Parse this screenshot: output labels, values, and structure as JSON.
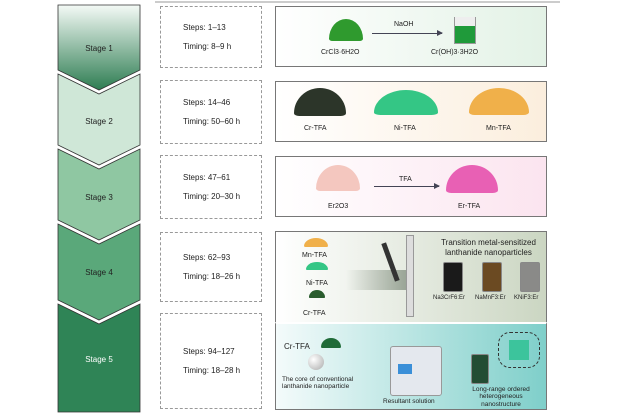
{
  "stages": [
    {
      "label": "Stage 1",
      "steps": "Steps: 1–13",
      "timing": "Timing: 8–9 h"
    },
    {
      "label": "Stage 2",
      "steps": "Steps: 14–46",
      "timing": "Timing: 50–60 h"
    },
    {
      "label": "Stage 3",
      "steps": "Steps: 47–61",
      "timing": "Timing: 20–30 h"
    },
    {
      "label": "Stage 4",
      "steps": "Steps: 62–93",
      "timing": "Timing: 18–26 h"
    },
    {
      "label": "Stage 5",
      "steps": "Steps: 94–127",
      "timing": "Timing: 18–28 h"
    }
  ],
  "panel1": {
    "reactant": "CrCl3·6H2O",
    "reagent": "NaOH",
    "product": "Cr(OH)3·3H2O"
  },
  "panel2": {
    "items": [
      "Cr-TFA",
      "Ni-TFA",
      "Mn-TFA"
    ]
  },
  "panel3": {
    "reactant": "Er2O3",
    "reagent": "TFA",
    "product": "Er-TFA"
  },
  "panel4": {
    "precursors": [
      "Mn-TFA",
      "Ni-TFA",
      "Cr-TFA"
    ],
    "title": "Transition metal-sensitized lanthanide nanoparticles",
    "vials": [
      "Na3CrF6:Er",
      "NaMnF3:Er",
      "KNiF3:Er"
    ]
  },
  "panel5": {
    "precursor": "Cr-TFA",
    "core": "The core of conventional lanthanide nanoparticle",
    "solution": "Resultant solution",
    "product": "Long-range ordered heterogeneous nanostructure"
  }
}
